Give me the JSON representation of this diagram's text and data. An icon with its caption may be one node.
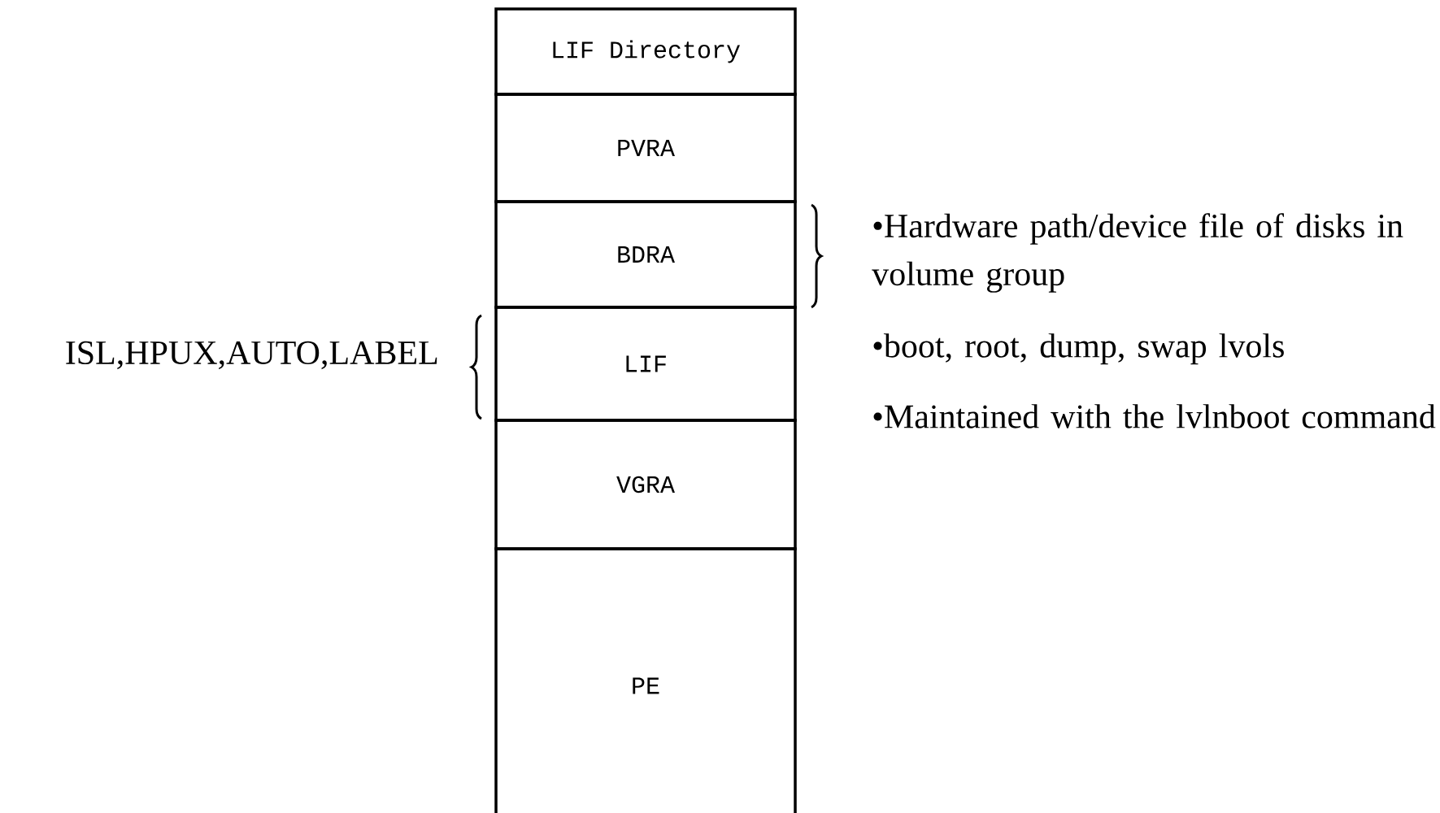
{
  "diagram": {
    "nodes": [
      {
        "text": [
          "LIF Directory"
        ]
      },
      {
        "text": [
          "PVRA"
        ]
      },
      {
        "text": [
          "BDRA"
        ]
      },
      {
        "text": [
          "LIF"
        ]
      },
      {
        "text": [
          "VGRA"
        ]
      },
      {
        "text": [
          "PE"
        ]
      }
    ],
    "labels": [
      "ISL,HPUX,AUTO,LABEL",
      "•Hardware path/device file of disks in volume group",
      "•boot, root, dump, swap lvols",
      "•Maintained with the lvlnboot command"
    ]
  }
}
